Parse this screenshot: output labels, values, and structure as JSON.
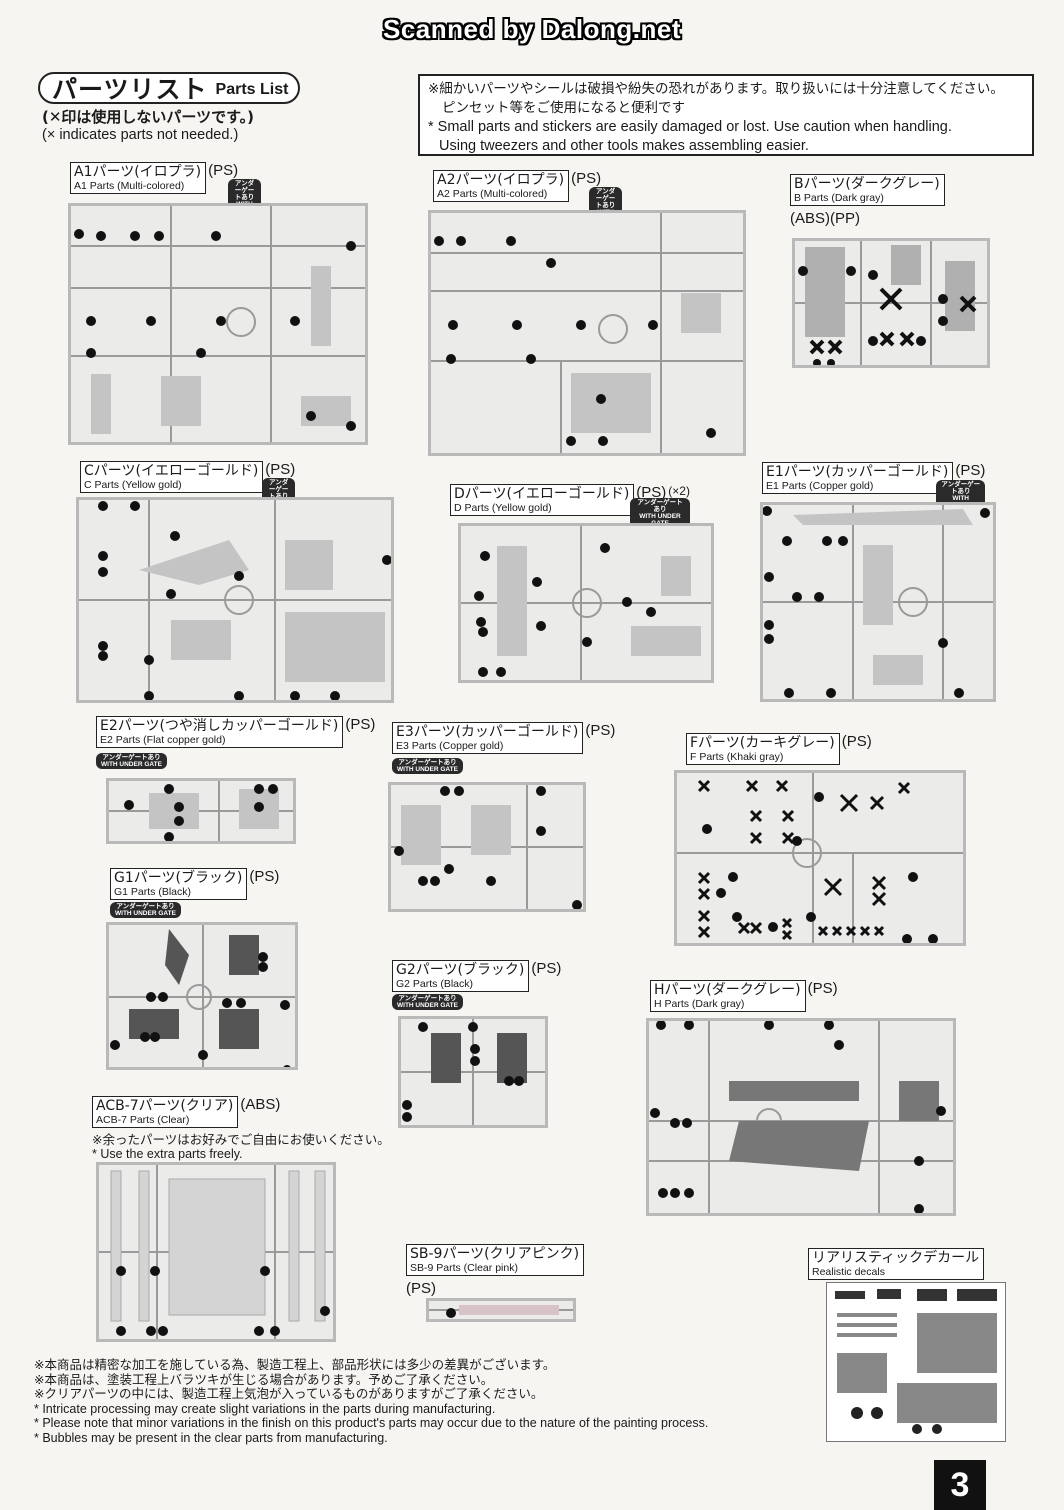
{
  "watermark": "Scanned by Dalong.net",
  "header": {
    "title_jp": "パーツリスト",
    "title_en": "Parts List",
    "unneeded_jp": "(✕印は使用しないパーツです。)",
    "unneeded_en": "(× indicates parts not needed.)"
  },
  "caution": {
    "jp_line1": "※細かいパーツやシールは破損や紛失の恐れがあります。取り扱いには十分注意してください。",
    "jp_line2": "ピンセット等をご使用になると便利です",
    "en_line1": "* Small parts and stickers are easily damaged or lost. Use caution when handling.",
    "en_line2": "Using tweezers and other tools makes assembling easier."
  },
  "gate_label": {
    "jp": "アンダーゲートあり",
    "en": "WITH UNDER GATE"
  },
  "parts": {
    "a1": {
      "jp": "A1パーツ(イロプラ)",
      "en": "A1 Parts (Multi-colored)",
      "mat": "(PS)"
    },
    "a2": {
      "jp": "A2パーツ(イロプラ)",
      "en": "A2 Parts (Multi-colored)",
      "mat": "(PS)"
    },
    "b": {
      "jp": "Bパーツ(ダークグレー)",
      "en": "B Parts (Dark gray)",
      "mat": "(ABS)(PP)"
    },
    "c": {
      "jp": "Cパーツ(イエローゴールド)",
      "en": "C Parts (Yellow gold)",
      "mat": "(PS)"
    },
    "d": {
      "jp": "Dパーツ(イエローゴールド)",
      "en": "D Parts (Yellow gold)",
      "mat": "(PS)",
      "qty": "(×2)"
    },
    "e1": {
      "jp": "E1パーツ(カッパーゴールド)",
      "en": "E1 Parts (Copper gold)",
      "mat": "(PS)"
    },
    "e2": {
      "jp": "E2パーツ(つや消しカッパーゴールド)",
      "en": "E2 Parts (Flat copper gold)",
      "mat": "(PS)"
    },
    "e3": {
      "jp": "E3パーツ(カッパーゴールド)",
      "en": "E3 Parts (Copper gold)",
      "mat": "(PS)"
    },
    "f": {
      "jp": "Fパーツ(カーキグレー)",
      "en": "F Parts (Khaki gray)",
      "mat": "(PS)"
    },
    "g1": {
      "jp": "G1パーツ(ブラック)",
      "en": "G1 Parts (Black)",
      "mat": "(PS)"
    },
    "g2": {
      "jp": "G2パーツ(ブラック)",
      "en": "G2 Parts (Black)",
      "mat": "(PS)"
    },
    "h": {
      "jp": "Hパーツ(ダークグレー)",
      "en": "H Parts (Dark gray)",
      "mat": "(PS)"
    },
    "acb7": {
      "jp": "ACB-7パーツ(クリア)",
      "en": "ACB-7 Parts (Clear)",
      "mat": "(ABS)",
      "note_jp": "※余ったパーツはお好みでご自由にお使いください。",
      "note_en": "* Use the extra parts freely."
    },
    "sb9": {
      "jp": "SB-9パーツ(クリアピンク)",
      "en": "SB-9 Parts (Clear pink)",
      "mat": "(PS)"
    },
    "decal": {
      "jp": "リアリスティックデカール",
      "en": "Realistic decals"
    }
  },
  "footer": {
    "jp1": "※本商品は精密な加工を施している為、製造工程上、部品形状には多少の差異がございます。",
    "jp2": "※本商品は、塗装工程上バラツキが生じる場合があります。予めご了承ください。",
    "jp3": "※クリアパーツの中には、製造工程上気泡が入っているものがありますがご了承ください。",
    "en1": "* Intricate processing may create slight variations in the parts during manufacturing.",
    "en2": "* Please note that minor variations in the finish on this product's parts may occur due to the nature of the painting process.",
    "en3": "* Bubbles may be present in the clear parts from manufacturing."
  },
  "page_number": "3"
}
